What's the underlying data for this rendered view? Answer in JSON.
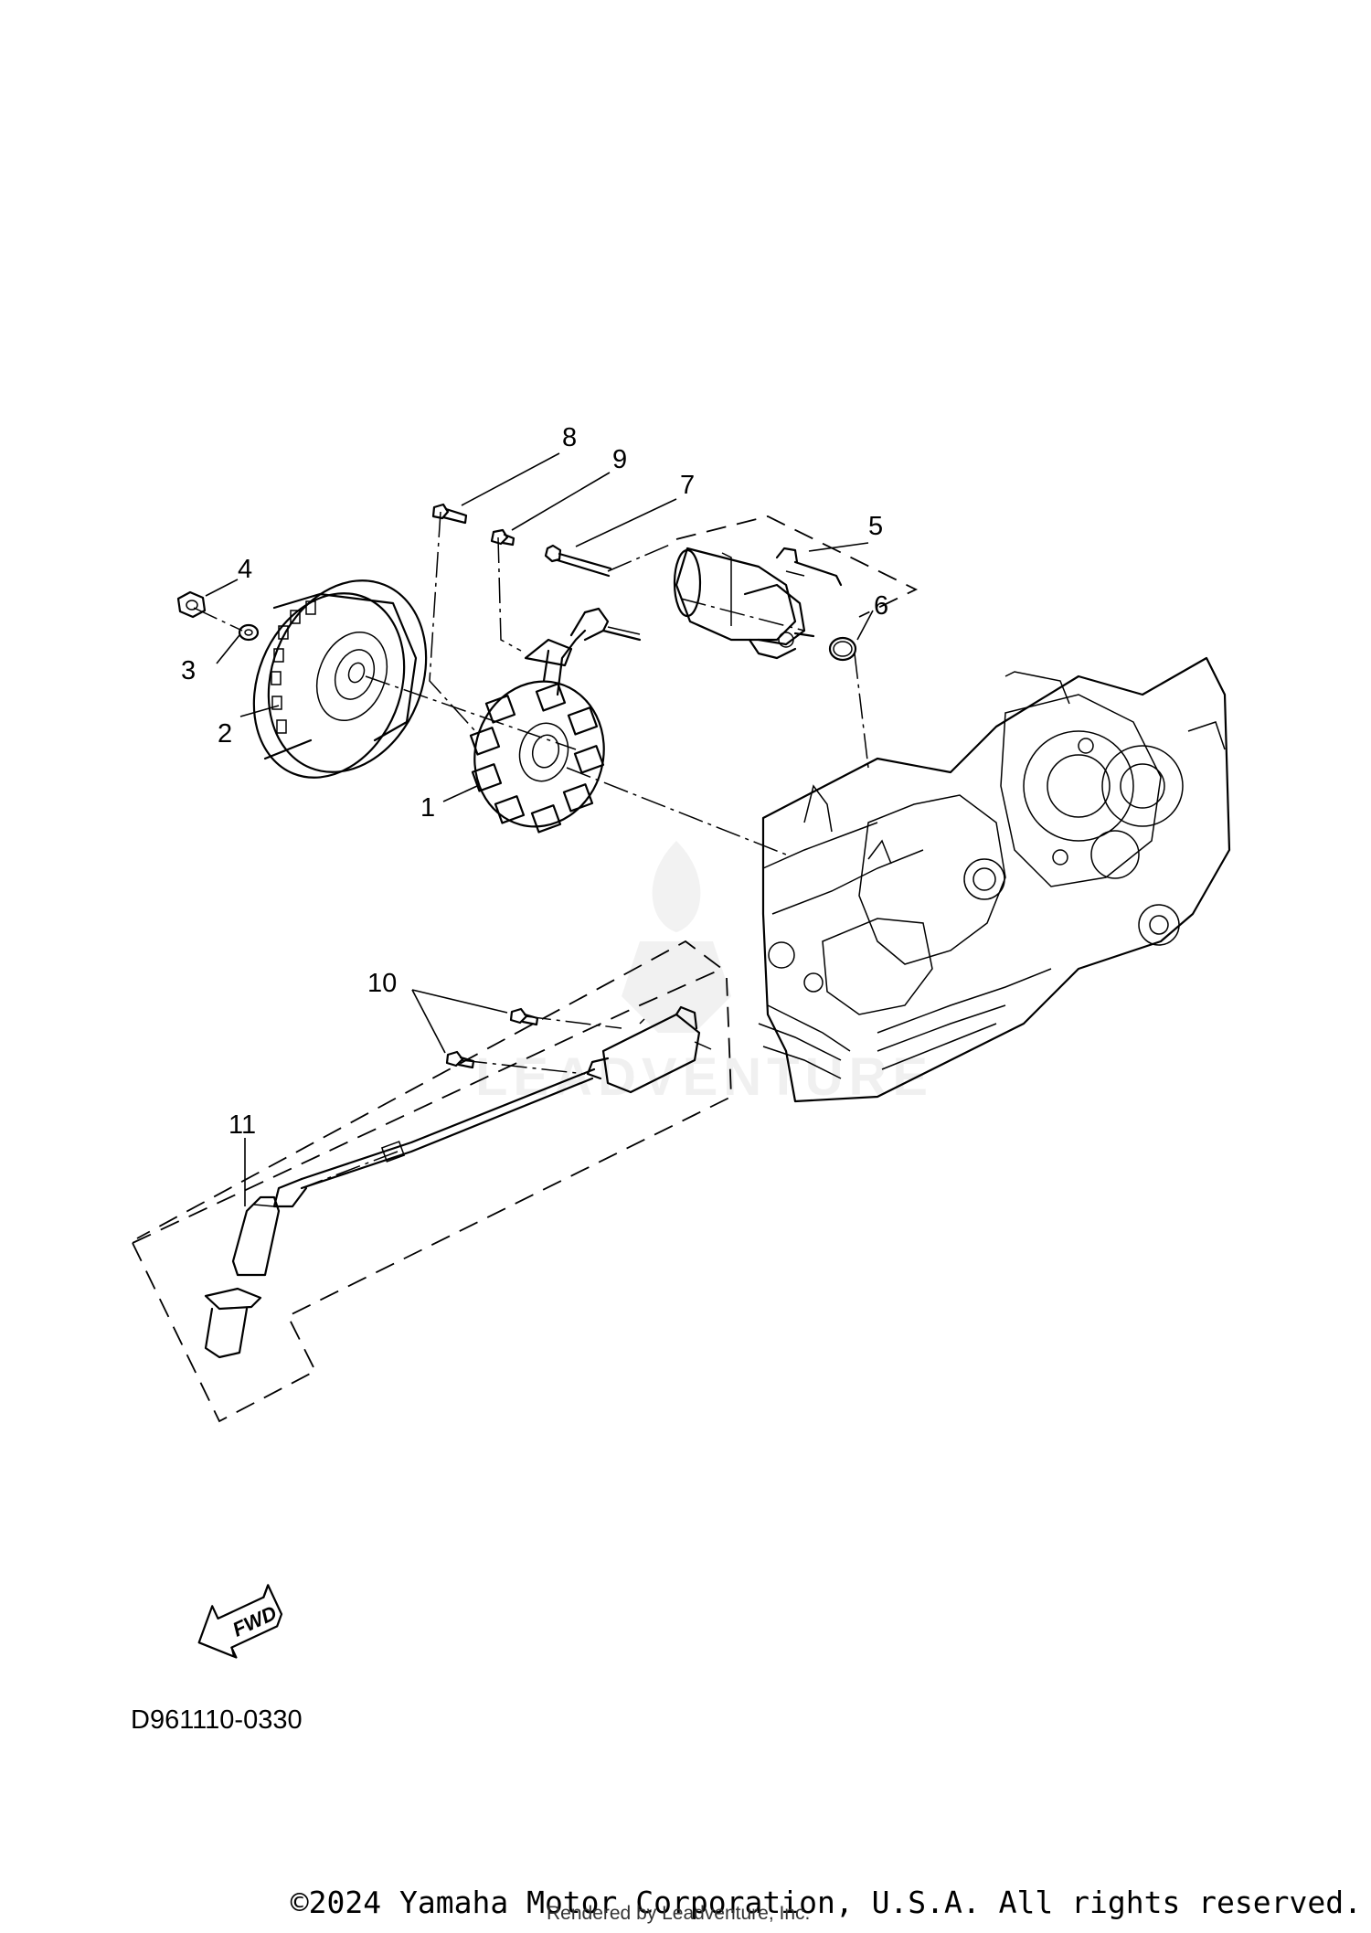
{
  "callouts": {
    "c1": "1",
    "c2": "2",
    "c3": "3",
    "c4": "4",
    "c5": "5",
    "c6": "6",
    "c7": "7",
    "c8": "8",
    "c9": "9",
    "c10": "10",
    "c11": "11"
  },
  "fwd_label": "FWD",
  "figure_code": "D961110-0330",
  "copyright": "©2024 Yamaha Motor Corporation, U.S.A. All rights reserved.",
  "rendered_by": "Rendered by Leadventure, Inc.",
  "watermark_text": "LEADVENTURE"
}
